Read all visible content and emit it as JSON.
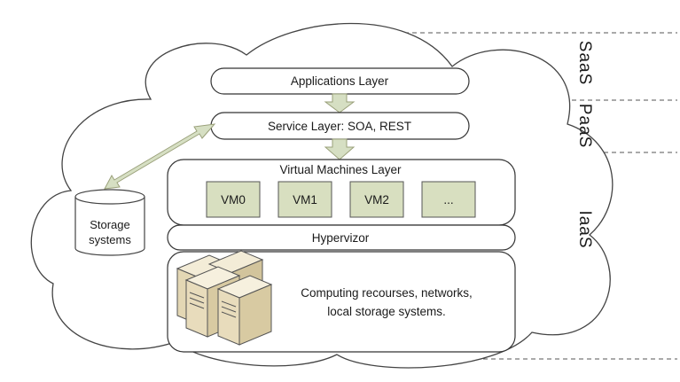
{
  "layers": {
    "applications": "Applications Layer",
    "service": "Service Layer: SOA, REST",
    "virtual_machines": "Virtual Machines Layer",
    "hypervisor": "Hypervizor",
    "hardware_line1": "Computing recourses, networks,",
    "hardware_line2": "local storage systems."
  },
  "vms": [
    "VM0",
    "VM1",
    "VM2",
    "..."
  ],
  "storage": {
    "line1": "Storage",
    "line2": "systems"
  },
  "tiers": {
    "saas": "SaaS",
    "paas": "PaaS",
    "iaas": "IaaS"
  },
  "colors": {
    "vm_fill": "#d8dfc0",
    "arrow_fill": "#d6dfc3",
    "arrow_stroke": "#9aa07a",
    "server_fill": "#ece2c6"
  }
}
